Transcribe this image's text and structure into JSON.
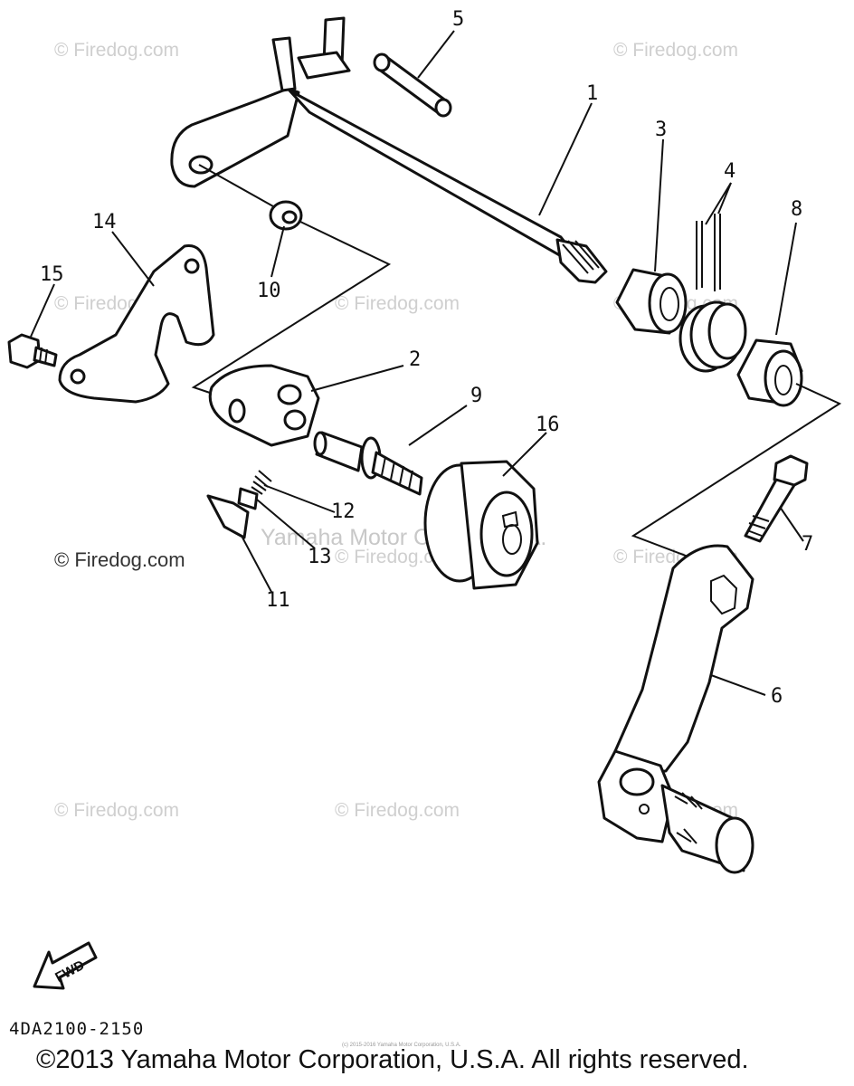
{
  "diagram": {
    "callouts": [
      "1",
      "2",
      "3",
      "4",
      "5",
      "6",
      "7",
      "8",
      "9",
      "10",
      "11",
      "12",
      "13",
      "14",
      "15",
      "16"
    ],
    "watermark": "© Firedog.com",
    "center_watermark": "Yamaha Motor Corp., U.S.A.",
    "fwd_label": "FWD"
  },
  "footer": {
    "part_code": "4DA2100-2150",
    "small_notice": "(c) 2015-2016 Yamaha Motor Corporation, U.S.A.",
    "copyright": "©2013 Yamaha Motor Corporation, U.S.A. All rights reserved."
  }
}
